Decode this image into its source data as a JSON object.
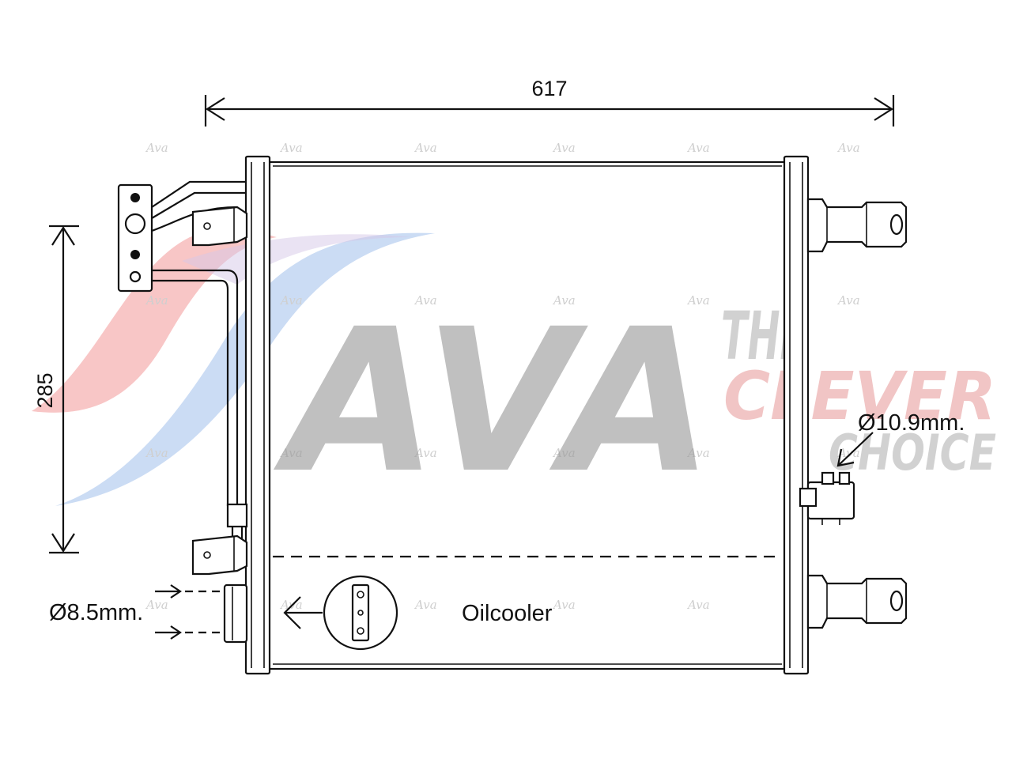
{
  "logo": {
    "brand": "AVA",
    "tagline_line1": "THE",
    "tagline_line2": "CLEVER",
    "tagline_line3": "CHOICE",
    "watermark_repeat": "Ava",
    "colors": {
      "swoosh_red": "#f19a9a",
      "swoosh_blue": "#a9c4ec",
      "brand_gray": "#9a9a9a",
      "clever_red": "#e8a0a0"
    }
  },
  "dimensions": {
    "width": "617",
    "height": "285"
  },
  "callouts": {
    "inlet_diameter": "Ø8.5mm.",
    "outlet_diameter": "Ø10.9mm.",
    "oilcooler": "Oilcooler"
  },
  "icons": {
    "dimension_arrow": "double-arrow-icon",
    "section_arrow": "arrow-left-icon",
    "connector_detail": "connector-detail-icon",
    "swoosh": "swoosh-logo-icon"
  }
}
